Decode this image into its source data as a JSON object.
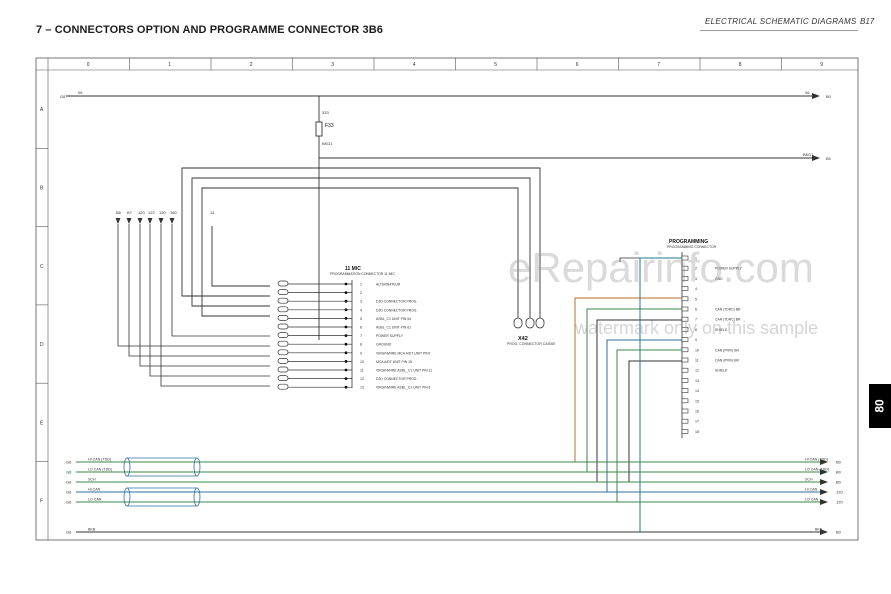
{
  "header": {
    "title": "7 – CONNECTORS OPTION AND PROGRAMME CONNECTOR 3B6",
    "section_label": "ELECTRICAL SCHEMATIC DIAGRAMS",
    "page_code": "B17",
    "page_tab": "80"
  },
  "watermark": {
    "main": "eRepairinfo.com",
    "sub": "watermark only on this sample"
  },
  "grid": {
    "columns": [
      "0",
      "1",
      "2",
      "3",
      "4",
      "5",
      "6",
      "7",
      "8",
      "9"
    ],
    "rows": [
      "A",
      "B",
      "C",
      "D",
      "E",
      "F"
    ]
  },
  "components": {
    "fuse": {
      "name": "F33",
      "wire_top": "333",
      "wire_bottom": "BKD1"
    },
    "connector_11mic": {
      "name": "11 MIC",
      "subtitle": "PROGRAMMATION CONNECTOR 11 MIC"
    },
    "connector_x42": {
      "name": "X42",
      "subtitle": "PROG. CONNECTOR CAISSE"
    },
    "programming": {
      "name": "PROGRAMMING",
      "subtitle": "PROGRAMMING CONNECTOR"
    }
  },
  "top_refs": [
    "B6",
    "B7",
    "120",
    "122",
    "130",
    "160"
  ],
  "top_refs_single": "14",
  "mic_pins": [
    {
      "num": "1",
      "label": "ALTERNATEUR"
    },
    {
      "num": "2",
      "label": ""
    },
    {
      "num": "3",
      "label": "D2D CONNECTOR PROG."
    },
    {
      "num": "4",
      "label": "D2D CONNECTOR PROG."
    },
    {
      "num": "5",
      "label": "ASBL_C1 UNIT PIN 54"
    },
    {
      "num": "6",
      "label": "ASBL_C1 UNIT PIN 61"
    },
    {
      "num": "7",
      "label": "POWER SUPPLY"
    },
    {
      "num": "8",
      "label": "GROUND"
    },
    {
      "num": "9",
      "label": "VIRGINWIRE MCA A/DT UNIT PIN7"
    },
    {
      "num": "10",
      "label": "MCA A/DT UNIT PIN 15"
    },
    {
      "num": "11",
      "label": "VIRGINWIRE ASBL_C1 UNIT PIN 11"
    },
    {
      "num": "12",
      "label": "D2D CONNECTOR PROG."
    },
    {
      "num": "13",
      "label": "VIRGINWIRE ASBL_C1 UNIT PIN 8"
    }
  ],
  "prog_pins": [
    {
      "num": "1",
      "label": ""
    },
    {
      "num": "2",
      "label": "POWER SUPPLY"
    },
    {
      "num": "3",
      "label": "GND"
    },
    {
      "num": "4",
      "label": ""
    },
    {
      "num": "5",
      "label": ""
    },
    {
      "num": "6",
      "label": "CAN (TDRC) BR"
    },
    {
      "num": "7",
      "label": "CAN (TDRC) BR"
    },
    {
      "num": "8",
      "label": "SHIELD"
    },
    {
      "num": "9",
      "label": ""
    },
    {
      "num": "10",
      "label": "CAN (PRIV) BR"
    },
    {
      "num": "11",
      "label": "CAN (PRIV) BR"
    },
    {
      "num": "12",
      "label": "SHIELD"
    },
    {
      "num": "13",
      "label": ""
    },
    {
      "num": "14",
      "label": ""
    },
    {
      "num": "15",
      "label": ""
    },
    {
      "num": "16",
      "label": ""
    },
    {
      "num": "17",
      "label": ""
    },
    {
      "num": "18",
      "label": ""
    }
  ],
  "bus_lines": [
    {
      "left_ref": "G6",
      "label": "HI CAN (TDD)",
      "right_label": "HI CAN (TDD)",
      "right_ref": "B0"
    },
    {
      "left_ref": "G6",
      "label": "LO CAN (TDD)",
      "right_label": "LO CAN (TDD)",
      "right_ref": "B0"
    },
    {
      "left_ref": "G6",
      "label": "SCH",
      "right_label": "SCH",
      "right_ref": "B0"
    },
    {
      "left_ref": "G6",
      "label": "HI CAN",
      "right_label": "HI CAN",
      "right_ref": "120"
    },
    {
      "left_ref": "G6",
      "label": "LO CAN",
      "right_label": "LO CAN",
      "right_ref": "120"
    },
    {
      "left_ref": "G6",
      "label": "BKB",
      "right_label": "BKB",
      "right_ref": "B0"
    }
  ],
  "power_lines": [
    {
      "left_ref": "G8",
      "label": "06",
      "right_label": "06",
      "right_ref": "B0"
    },
    {
      "left_ref": "",
      "label": "",
      "right_label": "BKD1",
      "right_ref": "B0"
    }
  ]
}
